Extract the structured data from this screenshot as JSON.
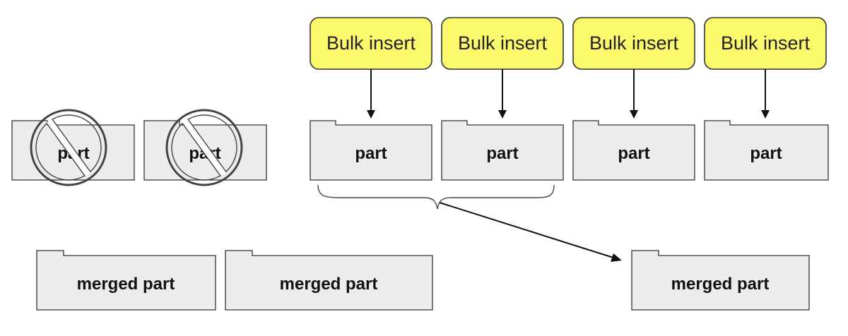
{
  "diagram": {
    "bulk_inserts": [
      {
        "label": "Bulk insert"
      },
      {
        "label": "Bulk insert"
      },
      {
        "label": "Bulk insert"
      },
      {
        "label": "Bulk insert"
      }
    ],
    "new_parts": [
      {
        "label": "part"
      },
      {
        "label": "part"
      },
      {
        "label": "part"
      },
      {
        "label": "part"
      }
    ],
    "removed_parts": [
      {
        "label": "part",
        "icon": "prohibited-icon"
      },
      {
        "label": "part",
        "icon": "prohibited-icon"
      }
    ],
    "merged_parts": [
      {
        "label": "merged part"
      },
      {
        "label": "merged part"
      }
    ],
    "merge_result": {
      "label": "merged part"
    },
    "colors": {
      "bulk_fill": "#fbf86c",
      "part_fill": "#ececec",
      "stroke": "#333333"
    }
  }
}
